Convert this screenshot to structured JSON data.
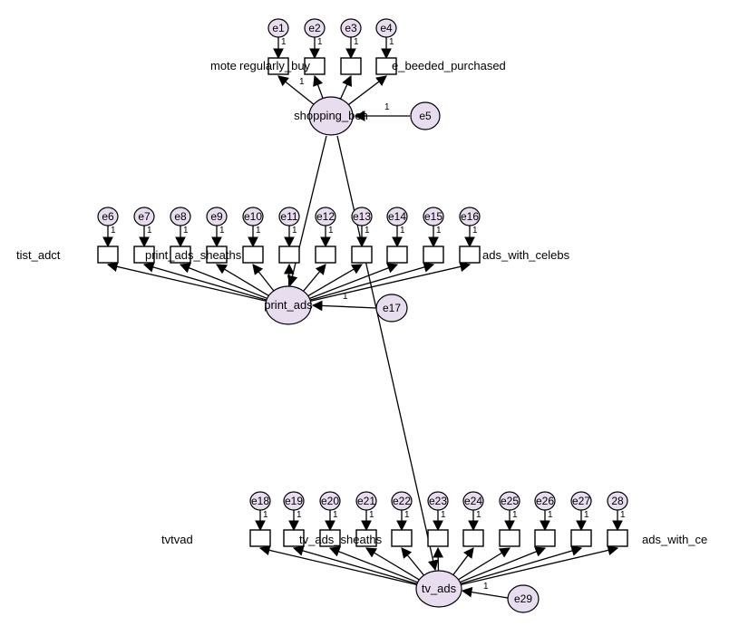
{
  "latents": {
    "shopping": {
      "label": "shopping_beh",
      "error": "e5",
      "weight": "1"
    },
    "print": {
      "label": "print_ads",
      "error": "e17",
      "weight": "1"
    },
    "tv": {
      "label": "tv_ads",
      "error": "e29",
      "weight": "1"
    }
  },
  "groups": {
    "shopping": {
      "errors": [
        "e1",
        "e2",
        "e3",
        "e4"
      ],
      "left_label": "mote",
      "mid_label": "regularly_buy",
      "right_label": "e_beeded_purchased",
      "weights": [
        "1",
        "1",
        "1",
        "1",
        "1"
      ]
    },
    "print": {
      "errors": [
        "e6",
        "e7",
        "e8",
        "e9",
        "e10",
        "e11",
        "e12",
        "e13",
        "e14",
        "e15",
        "e16"
      ],
      "left_label": "tist_adct",
      "mid_label": "print_ads_sheaths",
      "right_label": "ads_with_celebs",
      "weights": [
        "1",
        "1",
        "1",
        "1",
        "1",
        "1",
        "1",
        "1",
        "1",
        "1",
        "1"
      ]
    },
    "tv": {
      "errors": [
        "e18",
        "e19",
        "e20",
        "e21",
        "e22",
        "e23",
        "e24",
        "e25",
        "e26",
        "e27",
        "28"
      ],
      "left_label": "tvtvad",
      "mid_label": "tv_ads_sheaths",
      "right_label": "ads_with_ce",
      "weights": [
        "1",
        "1",
        "1",
        "1",
        "1",
        "1",
        "1",
        "1",
        "1",
        "1",
        "1"
      ]
    }
  },
  "colors": {
    "node_fill": "#e8dcef",
    "stroke": "#000000",
    "background": "#ffffff"
  }
}
